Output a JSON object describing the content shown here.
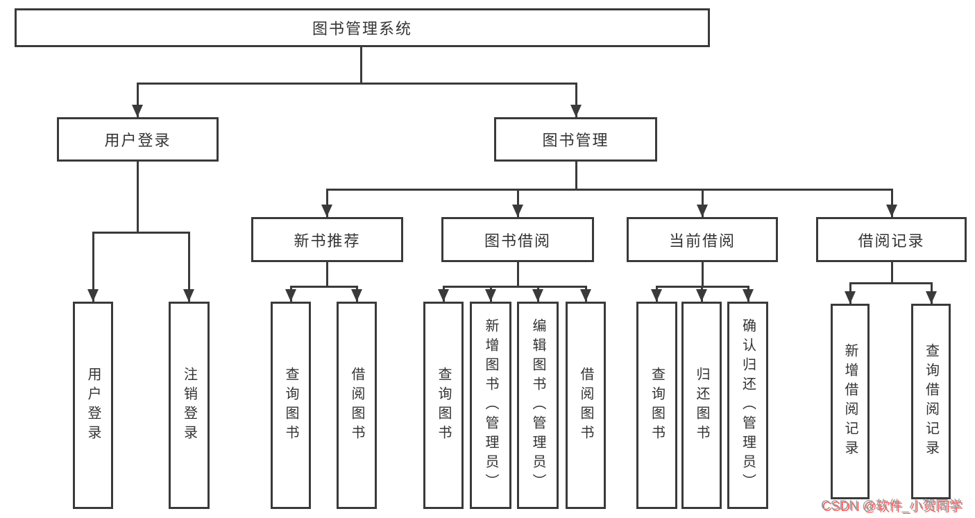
{
  "tree": {
    "root": "图书管理系统",
    "branches": [
      {
        "label": "用户登录",
        "children": [
          "用户登录",
          "注销登录"
        ]
      },
      {
        "label": "图书管理",
        "groups": [
          {
            "label": "新书推荐",
            "children": [
              "查询图书",
              "借阅图书"
            ]
          },
          {
            "label": "图书借阅",
            "children": [
              "查询图书",
              "新增图书（管理员）",
              "编辑图书（管理员）",
              "借阅图书"
            ]
          },
          {
            "label": "当前借阅",
            "children": [
              "查询图书",
              "归还图书",
              "确认归还（管理员）"
            ]
          },
          {
            "label": "借阅记录",
            "children": [
              "新增借阅记录",
              "查询借阅记录"
            ]
          }
        ]
      }
    ]
  },
  "watermark": {
    "text": "CSDN @软件_小贺同学"
  },
  "colors": {
    "line": "#3a3a3a",
    "text": "#333333",
    "background": "#ffffff",
    "watermark_gray": "#9c9c9c",
    "watermark_red": "#fb5a5a"
  }
}
